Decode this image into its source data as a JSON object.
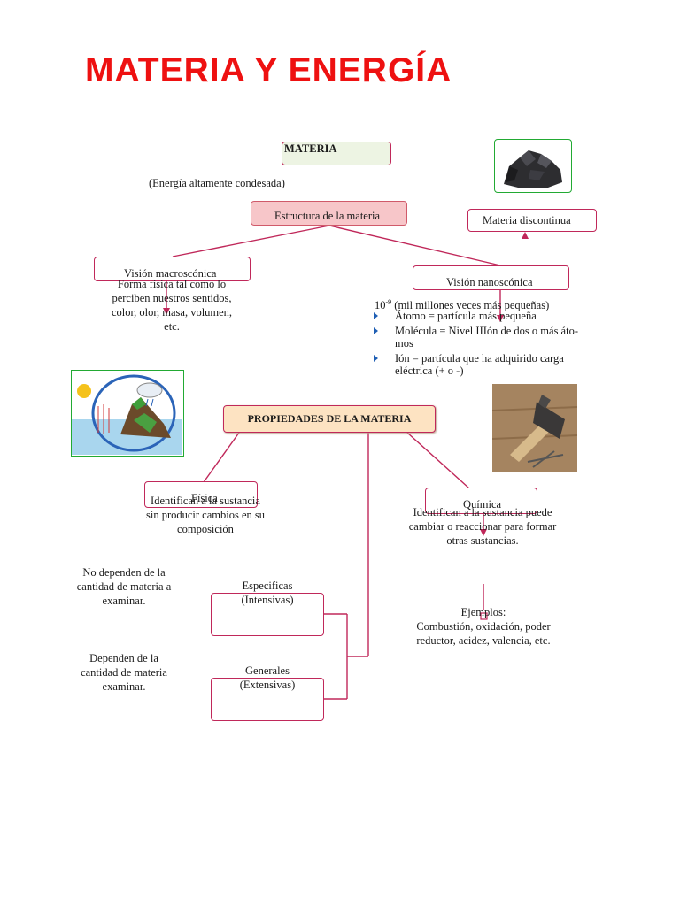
{
  "title": "MATERIA Y ENERGÍA",
  "materia": {
    "label": "MATERIA",
    "subtitle": "(Energía altamente condesada)",
    "estructura": "Estructura de la materia",
    "discontinua": "Materia discontinua"
  },
  "macro": {
    "label": "Visión macroscónica",
    "desc": [
      "Forma física tal como lo",
      "perciben nuestros sentidos,",
      "color, olor, masa, volumen,",
      "etc."
    ]
  },
  "nano": {
    "label": "Visión nanoscónica",
    "intro_base": "10",
    "intro_exp": "-9",
    "intro_rest": " (mil millones veces más pequeñas)",
    "bullets": [
      "Átomo = partícula más pequeña",
      "Molécula = Nivel IIIón de dos o más áto-\nmos",
      "Ión = partícula que ha adquirido carga\neléctrica (+ o -)"
    ]
  },
  "propiedades": {
    "label": "PROPIEDADES DE LA MATERIA",
    "fisica_label": "Física",
    "fisica_desc": [
      "Identifican a la sustancia",
      "sin producir cambios en su",
      "composición"
    ],
    "quimica_label": "Química",
    "quimica_desc": [
      "Identifican a la sustancia puede",
      "cambiar o reaccionar para formar",
      "otras sustancias."
    ],
    "ejemplos": [
      "Ejemplos:",
      "Combustión, oxidación, poder",
      "reductor, acidez, valencia, etc."
    ]
  },
  "especificas": {
    "label": [
      "Especificas",
      "(Intensivas)"
    ],
    "note": [
      "No dependen de la",
      "cantidad de materia a",
      "examinar."
    ]
  },
  "generales": {
    "label": [
      "Generales",
      "(Extensivas)"
    ],
    "note": [
      "Dependen de la",
      "cantidad de materia",
      "examinar."
    ]
  },
  "colors": {
    "title": "#ee1111",
    "box_border": "#c0285a",
    "materia_fill": "#edf4e3",
    "estructura_fill": "#f7c6c9",
    "propiedades_fill": "#fde3c2",
    "picture_border": "#22aa33"
  },
  "icons": {
    "coal": "coal-rock-icon",
    "water_cycle": "water-cycle-icon",
    "hammer": "hammer-nails-icon"
  }
}
